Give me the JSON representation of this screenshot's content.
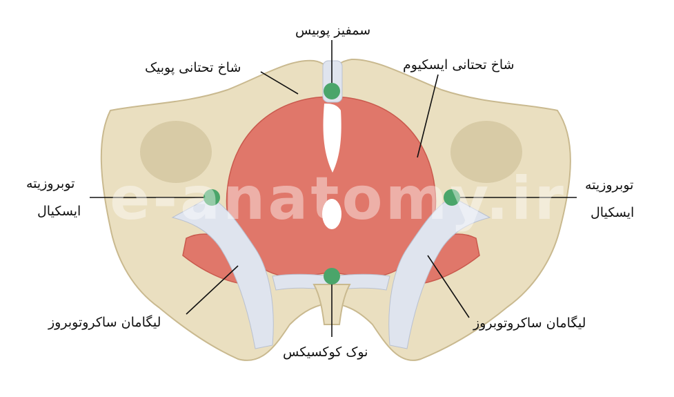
{
  "labels": {
    "pubic_symphysis": "سمفیز پوبیس",
    "inferior_pubic_ramus": "شاخ تحتانی پوبیک",
    "inferior_ischial_ramus": "شاخ تحتانی ایسکیوم",
    "ischial_tuberosity_left_line1": "توبروزیته",
    "ischial_tuberosity_left_line2": "ایسکیال",
    "ischial_tuberosity_right_line1": "توبروزیته",
    "ischial_tuberosity_right_line2": "ایسکیال",
    "sacrotuberous_left": "لیگامان ساکروتوبروز",
    "sacrotuberous_right": "لیگامان ساکروتوبروز",
    "coccyx_tip": "نوک کوکسیکس"
  },
  "watermark": "e-anatomy.ir",
  "colors": {
    "bone": "#eadfc0",
    "bone_shadow": "#c9b98f",
    "muscle": "#e0776a",
    "muscle_dark": "#c9594d",
    "ligament": "#dfe4ee",
    "landmark": "#4aa56a"
  }
}
